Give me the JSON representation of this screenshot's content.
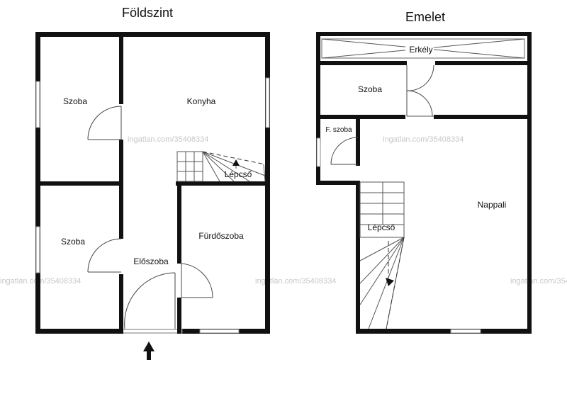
{
  "floors": {
    "ground": {
      "title": "Földszint",
      "rooms": {
        "room_top_left": "Szoba",
        "kitchen": "Konyha",
        "stairs": "Lépcső",
        "room_bottom_left": "Szoba",
        "hall": "Előszoba",
        "bathroom": "Fürdőszoba"
      }
    },
    "upper": {
      "title": "Emelet",
      "rooms": {
        "balcony": "Erkély",
        "room_top": "Szoba",
        "small_room": "F. szoba",
        "living": "Nappali",
        "stairs": "Lépcső"
      }
    }
  },
  "watermark": "ingatlan.com/35408334",
  "colors": {
    "wall": "#111111",
    "watermark": "#c8c8c8"
  },
  "icons": {
    "entrance": "arrow-up-icon"
  }
}
